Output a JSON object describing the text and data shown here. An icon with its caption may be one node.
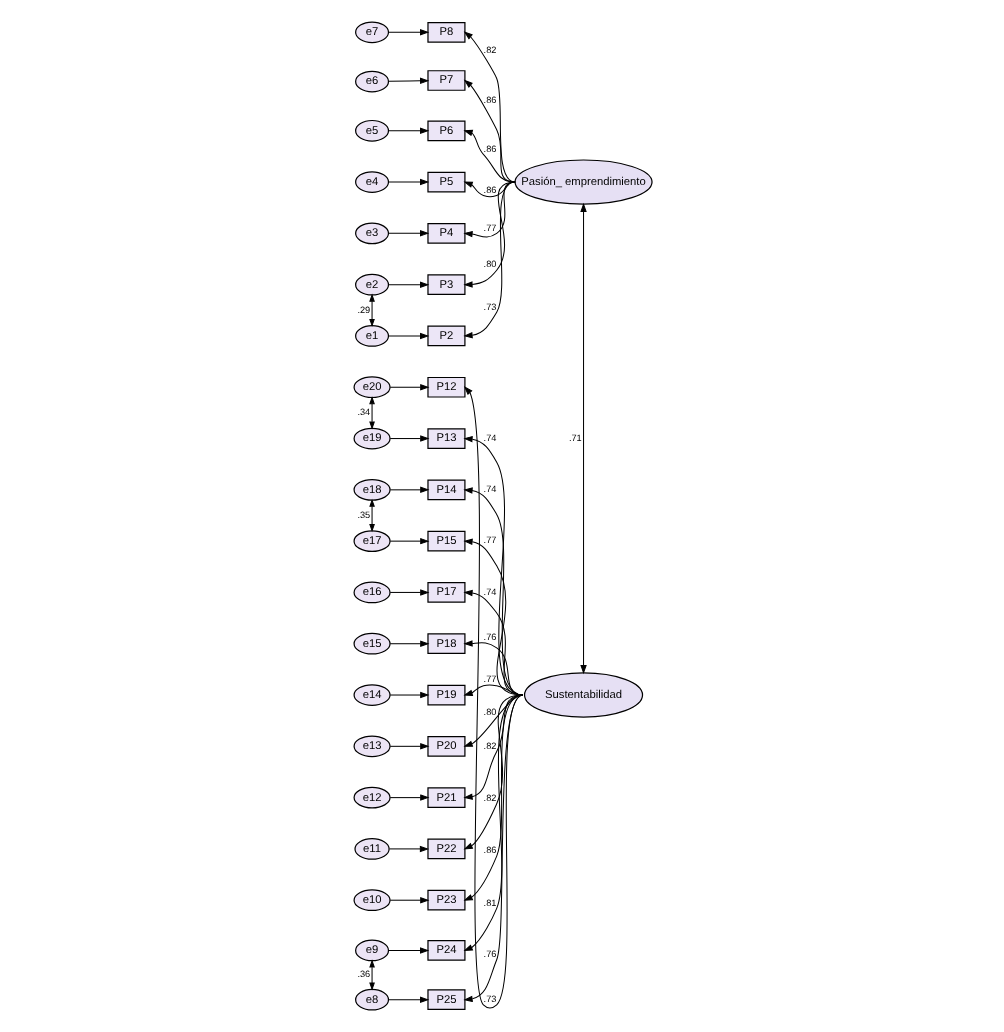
{
  "diagram": {
    "nodes": [
      {
        "text": [
          "e7"
        ]
      },
      {
        "text": [
          "P8"
        ]
      },
      {
        "text": [
          "e6"
        ]
      },
      {
        "text": [
          "P7"
        ]
      },
      {
        "text": [
          "e5"
        ]
      },
      {
        "text": [
          "P6"
        ]
      },
      {
        "text": [
          "e4"
        ]
      },
      {
        "text": [
          "P5"
        ]
      },
      {
        "text": [
          "e3"
        ]
      },
      {
        "text": [
          "P4"
        ]
      },
      {
        "text": [
          "e2"
        ]
      },
      {
        "text": [
          "P3"
        ]
      },
      {
        "text": [
          "e1"
        ]
      },
      {
        "text": [
          "P2"
        ]
      },
      {
        "text": [
          "e20"
        ]
      },
      {
        "text": [
          "P12"
        ]
      },
      {
        "text": [
          "e19"
        ]
      },
      {
        "text": [
          "P13"
        ]
      },
      {
        "text": [
          "e18"
        ]
      },
      {
        "text": [
          "P14"
        ]
      },
      {
        "text": [
          "e17"
        ]
      },
      {
        "text": [
          "P15"
        ]
      },
      {
        "text": [
          "e16"
        ]
      },
      {
        "text": [
          "P17"
        ]
      },
      {
        "text": [
          "e15"
        ]
      },
      {
        "text": [
          "P18"
        ]
      },
      {
        "text": [
          "e14"
        ]
      },
      {
        "text": [
          "P19"
        ]
      },
      {
        "text": [
          "e13"
        ]
      },
      {
        "text": [
          "P20"
        ]
      },
      {
        "text": [
          "e12"
        ]
      },
      {
        "text": [
          "P21"
        ]
      },
      {
        "text": [
          "e11"
        ]
      },
      {
        "text": [
          "P22"
        ]
      },
      {
        "text": [
          "e10"
        ]
      },
      {
        "text": [
          "P23"
        ]
      },
      {
        "text": [
          "e9"
        ]
      },
      {
        "text": [
          "P24"
        ]
      },
      {
        "text": [
          "e8"
        ]
      },
      {
        "text": [
          "P25"
        ]
      },
      {
        "text": [
          "Pasión_ emprendimiento"
        ]
      },
      {
        "text": [
          "Sustentabilidad"
        ]
      }
    ],
    "edges": [
      {
        "from": 0,
        "to": 1,
        "arrow": "to"
      },
      {
        "from": 2,
        "to": 3,
        "arrow": "to"
      },
      {
        "from": 4,
        "to": 5,
        "arrow": "to"
      },
      {
        "from": 6,
        "to": 7,
        "arrow": "to"
      },
      {
        "from": 8,
        "to": 9,
        "arrow": "to"
      },
      {
        "from": 10,
        "to": 11,
        "arrow": "to"
      },
      {
        "from": 12,
        "to": 13,
        "arrow": "to"
      },
      {
        "from": 14,
        "to": 15,
        "arrow": "to"
      },
      {
        "from": 16,
        "to": 17,
        "arrow": "to"
      },
      {
        "from": 18,
        "to": 19,
        "arrow": "to"
      },
      {
        "from": 20,
        "to": 21,
        "arrow": "to"
      },
      {
        "from": 22,
        "to": 23,
        "arrow": "to"
      },
      {
        "from": 24,
        "to": 25,
        "arrow": "to"
      },
      {
        "from": 26,
        "to": 27,
        "arrow": "to"
      },
      {
        "from": 28,
        "to": 29,
        "arrow": "to"
      },
      {
        "from": 30,
        "to": 31,
        "arrow": "to"
      },
      {
        "from": 32,
        "to": 33,
        "arrow": "to"
      },
      {
        "from": 34,
        "to": 35,
        "arrow": "to"
      },
      {
        "from": 36,
        "to": 37,
        "arrow": "to"
      },
      {
        "from": 38,
        "to": 39,
        "arrow": "to"
      },
      {
        "from": 40,
        "to": 1,
        "arrow": "to",
        "label": ".82"
      },
      {
        "from": 40,
        "to": 3,
        "arrow": "to",
        "label": ".86"
      },
      {
        "from": 40,
        "to": 5,
        "arrow": "to",
        "label": ".86"
      },
      {
        "from": 40,
        "to": 7,
        "arrow": "to",
        "label": ".86"
      },
      {
        "from": 40,
        "to": 9,
        "arrow": "to",
        "label": ".77"
      },
      {
        "from": 40,
        "to": 11,
        "arrow": "to",
        "label": ".80"
      },
      {
        "from": 40,
        "to": 13,
        "arrow": "to",
        "label": ".73"
      },
      {
        "from": 41,
        "to": 15,
        "arrow": "to",
        "label": ".73"
      },
      {
        "from": 41,
        "to": 17,
        "arrow": "to",
        "label": ".74"
      },
      {
        "from": 41,
        "to": 19,
        "arrow": "to",
        "label": ".74"
      },
      {
        "from": 41,
        "to": 21,
        "arrow": "to",
        "label": ".77"
      },
      {
        "from": 41,
        "to": 23,
        "arrow": "to",
        "label": ".74"
      },
      {
        "from": 41,
        "to": 25,
        "arrow": "to",
        "label": ".76"
      },
      {
        "from": 41,
        "to": 27,
        "arrow": "to",
        "label": ".77"
      },
      {
        "from": 41,
        "to": 29,
        "arrow": "to",
        "label": ".80"
      },
      {
        "from": 41,
        "to": 31,
        "arrow": "to",
        "label": ".82"
      },
      {
        "from": 41,
        "to": 33,
        "arrow": "to",
        "label": ".82"
      },
      {
        "from": 41,
        "to": 35,
        "arrow": "to",
        "label": ".86"
      },
      {
        "from": 41,
        "to": 37,
        "arrow": "to",
        "label": ".81"
      },
      {
        "from": 41,
        "to": 39,
        "arrow": "to",
        "label": ".76"
      },
      {
        "from": 10,
        "to": 12,
        "arrow": "both",
        "label": ".29"
      },
      {
        "from": 14,
        "to": 16,
        "arrow": "both",
        "label": ".34"
      },
      {
        "from": 18,
        "to": 20,
        "arrow": "both",
        "label": ".35"
      },
      {
        "from": 36,
        "to": 38,
        "arrow": "both",
        "label": ".36"
      },
      {
        "from": 40,
        "to": 41,
        "arrow": "both",
        "label": ".71"
      }
    ]
  }
}
